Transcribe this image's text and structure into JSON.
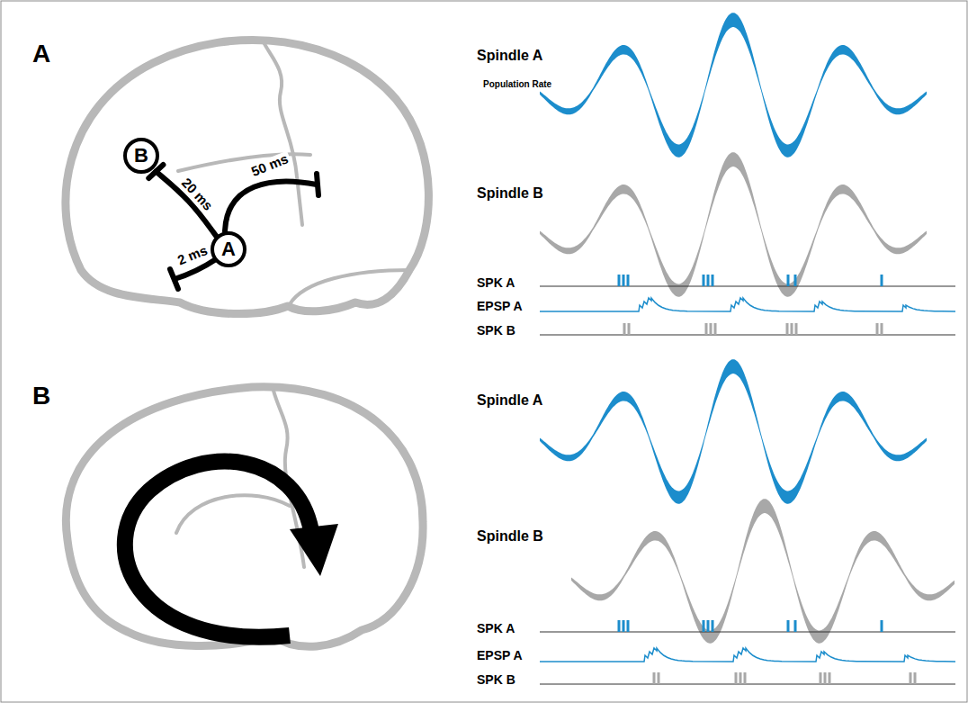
{
  "diagram": {
    "nodes": [
      {
        "text": [
          "B"
        ]
      },
      {
        "text": [
          "A"
        ]
      }
    ],
    "edges": [
      {
        "from": 1,
        "to": 0,
        "arrow": "none",
        "label": "20 ms"
      }
    ],
    "labels": [
      "A",
      "B",
      "50 ms",
      "2 ms",
      "Spindle A",
      "Population Rate",
      "Spindle B",
      "SPK A",
      "EPSP A",
      "SPK B",
      "Spindle A",
      "Spindle B",
      "SPK A",
      "EPSP A",
      "SPK B"
    ]
  }
}
